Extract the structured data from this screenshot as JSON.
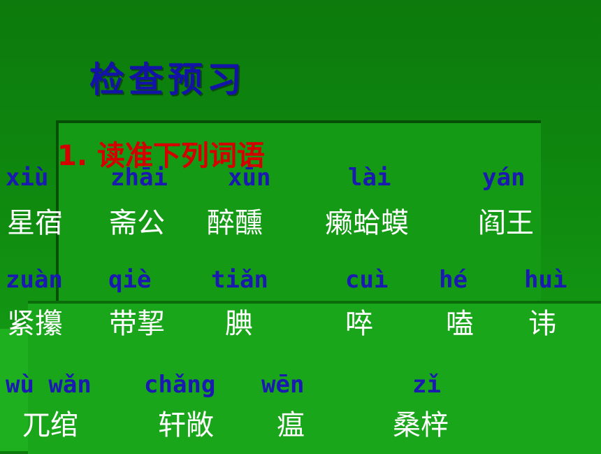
{
  "slide": {
    "title": "检查预习",
    "heading": "1. 读准下列词语",
    "row1": [
      {
        "pinyin": "xiù",
        "word": "星宿"
      },
      {
        "pinyin": "zhāi",
        "word": "斋公"
      },
      {
        "pinyin": "xūn",
        "word": "醉醺"
      },
      {
        "pinyin": "lài",
        "word": "癞蛤蟆"
      },
      {
        "pinyin": "yán",
        "word": "阎王"
      }
    ],
    "row2": [
      {
        "pinyin": "zuàn",
        "word": "紧攥"
      },
      {
        "pinyin": "qiè",
        "word": "带挈"
      },
      {
        "pinyin": "tiǎn",
        "word": "腆"
      },
      {
        "pinyin": "cuì",
        "word": "啐"
      },
      {
        "pinyin": "hé",
        "word": "嗑"
      },
      {
        "pinyin": "huì",
        "word": "讳"
      }
    ],
    "row3": [
      {
        "pinyin": "wù wǎn",
        "word": "兀绾"
      },
      {
        "pinyin": "chǎng",
        "word": "轩敞"
      },
      {
        "pinyin": "wēn",
        "word": "瘟"
      },
      {
        "pinyin": "zǐ",
        "word": "桑梓"
      }
    ]
  }
}
